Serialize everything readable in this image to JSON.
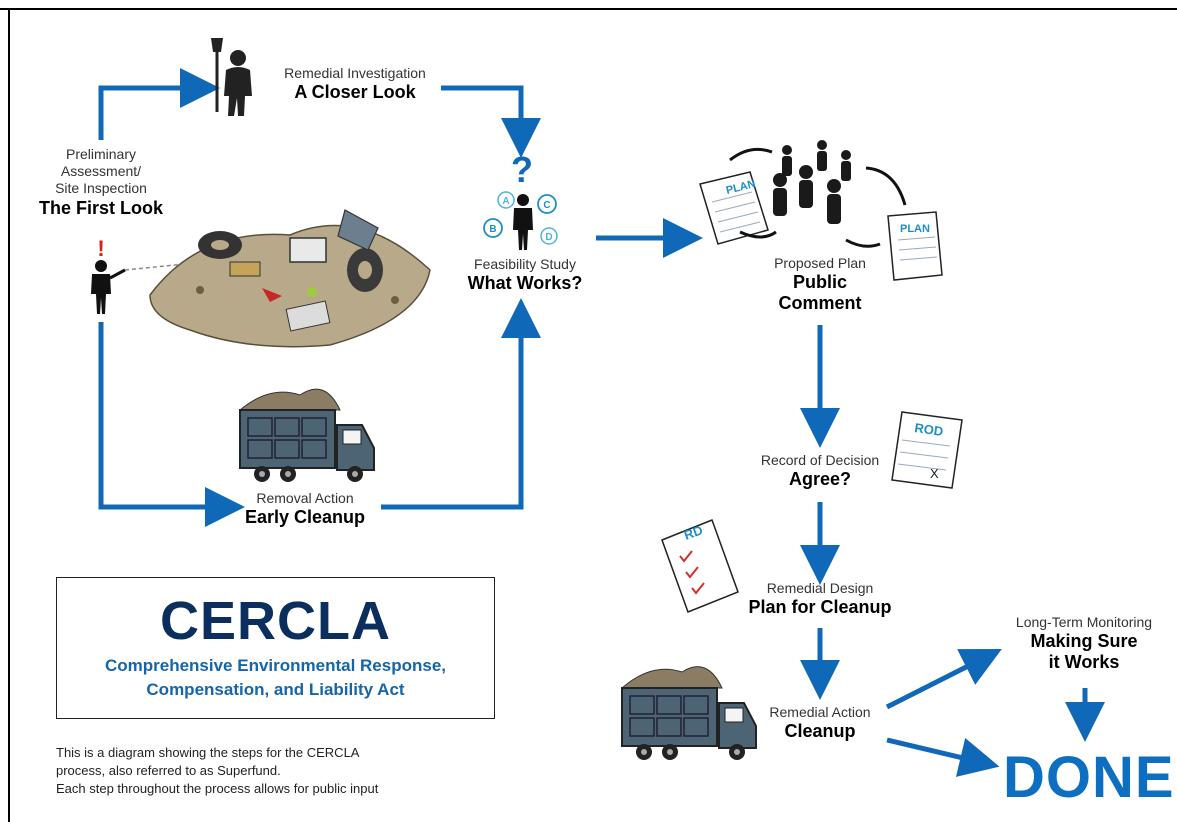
{
  "steps": {
    "preliminary": {
      "line1": "Preliminary",
      "line2": "Assessment/",
      "line3": "Site Inspection",
      "title": "The First Look"
    },
    "investigation": {
      "subtitle": "Remedial Investigation",
      "title": "A Closer Look"
    },
    "feasibility": {
      "subtitle": "Feasibility Study",
      "title": "What Works?"
    },
    "proposed": {
      "subtitle": "Proposed Plan",
      "title_line1": "Public",
      "title_line2": "Comment"
    },
    "removal": {
      "subtitle": "Removal Action",
      "title": "Early Cleanup"
    },
    "decision": {
      "subtitle": "Record of Decision",
      "title": "Agree?"
    },
    "design": {
      "subtitle": "Remedial Design",
      "title": "Plan for Cleanup"
    },
    "action": {
      "subtitle": "Remedial Action",
      "title": "Cleanup"
    },
    "monitoring": {
      "subtitle": "Long-Term Monitoring",
      "title_line1": "Making Sure",
      "title_line2": "it Works"
    }
  },
  "done": "DONE",
  "documents": {
    "plan": "PLAN",
    "rod": "ROD",
    "rd": "RD",
    "mark": "X"
  },
  "feasibility_options": [
    "A",
    "B",
    "C",
    "D"
  ],
  "icons": {
    "question": "?",
    "alert": "!"
  },
  "cercla": {
    "title": "CERCLA",
    "subtitle_line1": "Comprehensive Environmental Response,",
    "subtitle_line2": "Compensation, and Liability Act"
  },
  "description": {
    "line1": "This is a diagram showing the steps for the CERCLA",
    "line2": "process, also referred to as Superfund.",
    "line3": "Each step throughout the process allows for public input"
  },
  "colors": {
    "arrow": "#1068b8",
    "title_navy": "#0a2f5e",
    "subtitle_blue": "#1565a8",
    "done_blue": "#0e6fc0",
    "truck": "#4d6474"
  }
}
